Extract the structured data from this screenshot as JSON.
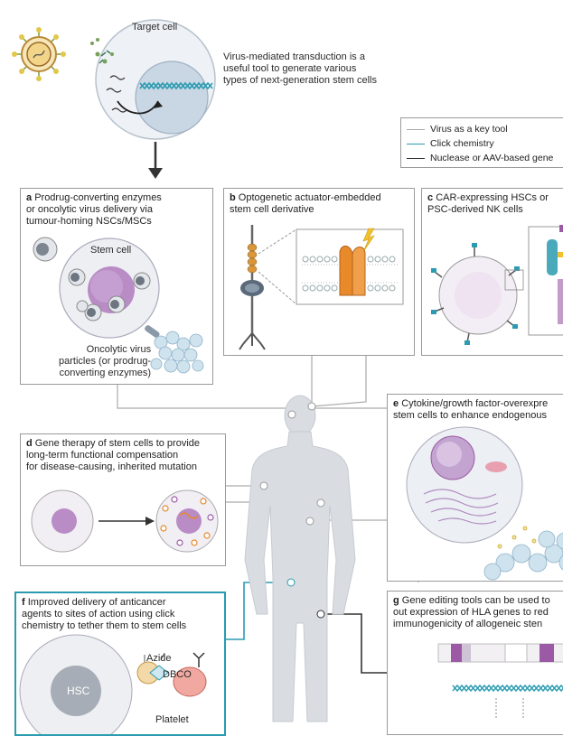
{
  "top": {
    "target_cell_label": "Target cell",
    "description": "Virus-mediated transduction is a\nuseful tool to generate various\ntypes of next-generation stem cells"
  },
  "legend": {
    "items": [
      {
        "label": "Virus as a key tool",
        "color": "#aaaaaa"
      },
      {
        "label": "Click chemistry",
        "color": "#2a9bb0"
      },
      {
        "label": "Nuclease or AAV-based gene",
        "color": "#333333"
      }
    ]
  },
  "panels": {
    "a": {
      "letter": "a",
      "title": "Prodrug-converting enzymes\nor oncolytic virus delivery via\ntumour-homing NSCs/MSCs",
      "stem_cell_label": "Stem cell",
      "particles_label": "Oncolytic virus\nparticles (or prodrug-\nconverting enzymes)"
    },
    "b": {
      "letter": "b",
      "title": "Optogenetic actuator-embedded\nstem cell derivative"
    },
    "c": {
      "letter": "c",
      "title": "CAR-expressing HSCs or\nPSC-derived NK cells"
    },
    "d": {
      "letter": "d",
      "title": "Gene therapy of stem cells to provide\nlong-term functional compensation\nfor disease-causing, inherited mutation"
    },
    "e": {
      "letter": "e",
      "title": "Cytokine/growth factor-overexpre\nstem cells to enhance endogenous"
    },
    "f": {
      "letter": "f",
      "title": "Improved delivery of anticancer\nagents to sites of action using click\nchemistry to tether them to stem cells",
      "hsc_label": "HSC",
      "azide_label": "Azide",
      "dbco_label": "DBCO",
      "platelet_label": "Platelet"
    },
    "g": {
      "letter": "g",
      "title": "Gene editing tools can be used to\nout expression of HLA genes to red\nimmunogenicity of allogeneic sten"
    }
  },
  "colors": {
    "purple": "#9c5aa6",
    "teal": "#2a9bb0",
    "orange": "#e8892a",
    "yellow": "#f2c12e",
    "grey": "#9a9a9a",
    "body": "#d9dde2"
  }
}
